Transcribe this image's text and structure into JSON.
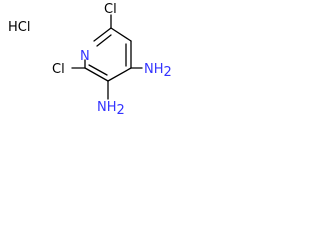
{
  "salt": {
    "label": "HCl"
  },
  "molecule": {
    "ring_nitrogen": "N",
    "chloro_left": "Cl",
    "chloro_right": "Cl",
    "amine_right": {
      "main": "NH",
      "subscript": "2"
    },
    "amine_bottom": {
      "main": "NH",
      "subscript": "2"
    }
  },
  "colors": {
    "bond": "#000000",
    "nitrogen": "#3333ff",
    "text": "#000000",
    "background": "#ffffff"
  }
}
